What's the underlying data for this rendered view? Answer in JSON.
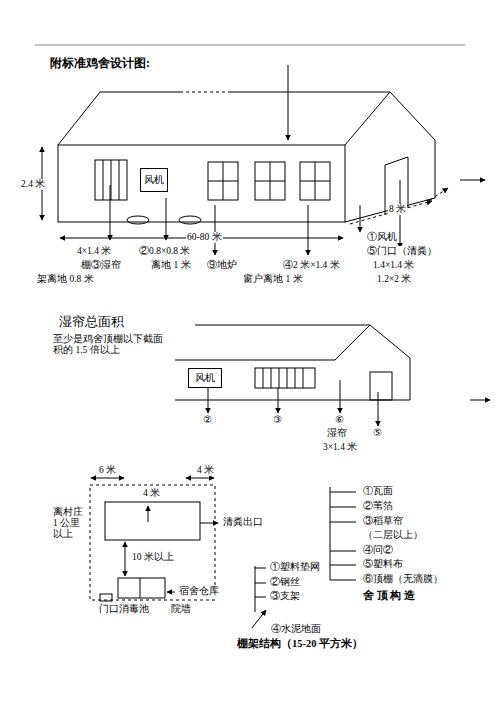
{
  "diagram": {
    "title": "附标准鸡舍设计图:",
    "nodes": [
      {
        "text": [
          "风机"
        ]
      },
      {
        "text": [
          "风机"
        ]
      }
    ],
    "labels": [
      "2.4 米",
      "4×1.4 米",
      "②0.8×0.8 米",
      "60-80 米",
      "①风机",
      "⑤门口（清粪）",
      "棚③湿帘",
      "离地 1 米",
      "⑨地炉",
      "④2 米×1.4 米",
      "1.4×1.4 米",
      "架离地 0.8 米",
      "窗户离地 1 米",
      "1.2×2 米",
      "8 米",
      "湿帘总面积",
      "至少是鸡舍顶棚以下截面积的 1.5 倍以上",
      "②",
      "③",
      "⑥",
      "湿帘",
      "⑤",
      "3×1.4 米",
      "6 米",
      "4 米",
      "4 米",
      "离村庄 1 公里 以上",
      "清粪出口",
      "10 米以上",
      "宿舍仓库",
      "门口消毒池",
      "院墙",
      "①瓦面",
      "②苇箔",
      "③稻草帘",
      "（二层以上）",
      "④问②",
      "⑤塑料布",
      "⑥顶棚（无滴膜）",
      "舍 顶 构 造",
      "①塑料垫网",
      "②钢丝",
      "③支架",
      "④水泥地面",
      "棚架结构（15-20 平方米）"
    ]
  }
}
